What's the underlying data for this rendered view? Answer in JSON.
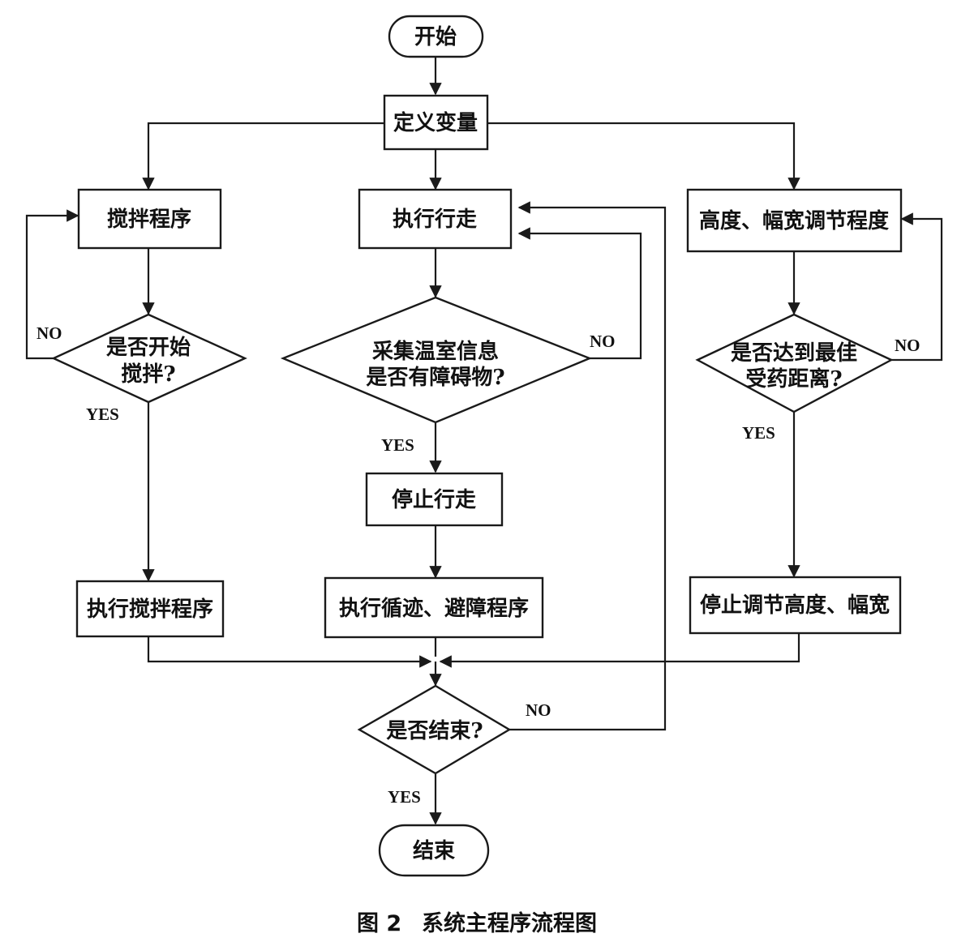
{
  "nodes": {
    "start": "开始",
    "define_vars": "定义变量",
    "stir_program": "搅拌程序",
    "start_stir_q": [
      "是否开始",
      "搅拌?"
    ],
    "exec_stir": "执行搅拌程序",
    "walk": "执行行走",
    "collect_q": [
      "采集温室信息",
      "是否有障碍物?"
    ],
    "stop_walk": "停止行走",
    "exec_avoid": "执行循迹、避障程序",
    "adjust_program": "高度、幅宽调节程度",
    "best_dist_q": [
      "是否达到最佳",
      "受药距离?"
    ],
    "stop_adjust": "停止调节高度、幅宽",
    "end_q": "是否结束?",
    "end": "结束"
  },
  "labels": {
    "yes": "YES",
    "no": "NO"
  },
  "caption": {
    "figure_no": "图 2",
    "title": "系统主程序流程图"
  }
}
